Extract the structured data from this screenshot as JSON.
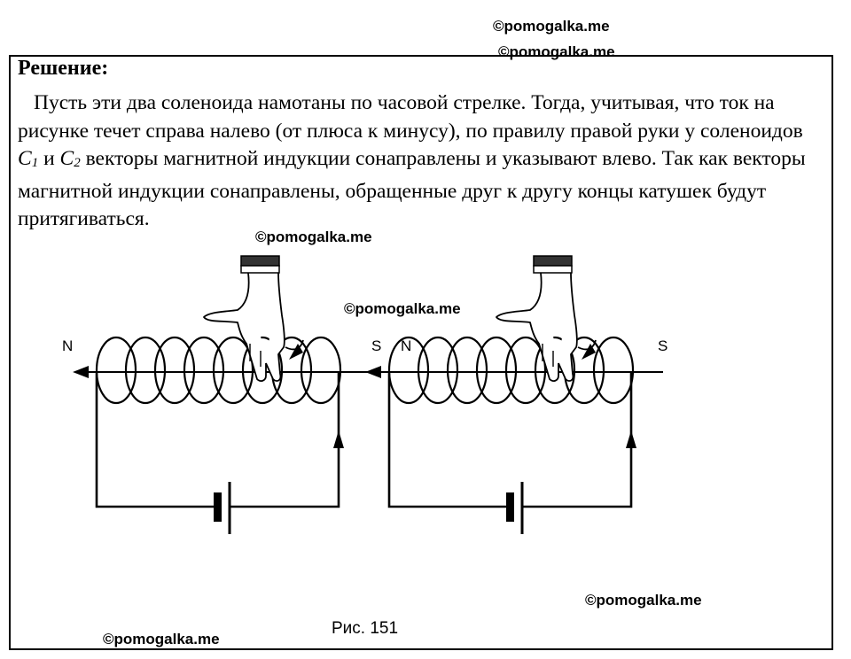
{
  "watermark": "©pomogalka.me",
  "heading": "Решение:",
  "paragraph": {
    "part1": "Пусть эти два соленоида намотаны по часовой стрелке. Тогда, учитывая, что ток на рисунке течет справа налево (от плюса к минусу), по правилу правой руки у соленоидов ",
    "c1_letter": "C",
    "c1_sub": "1",
    "between": " и ",
    "c2_letter": "C",
    "c2_sub": "2",
    "part2": " векторы магнитной индукции сонаправлены и указывают влево. Так как векторы магнитной индукции сонаправлены, обращенные друг к другу концы катушек будут притягиваться."
  },
  "figure": {
    "left": {
      "pole_left": "N",
      "pole_right": "S"
    },
    "right": {
      "pole_left": "N",
      "pole_right": "S"
    },
    "caption": "Рис. 151"
  }
}
